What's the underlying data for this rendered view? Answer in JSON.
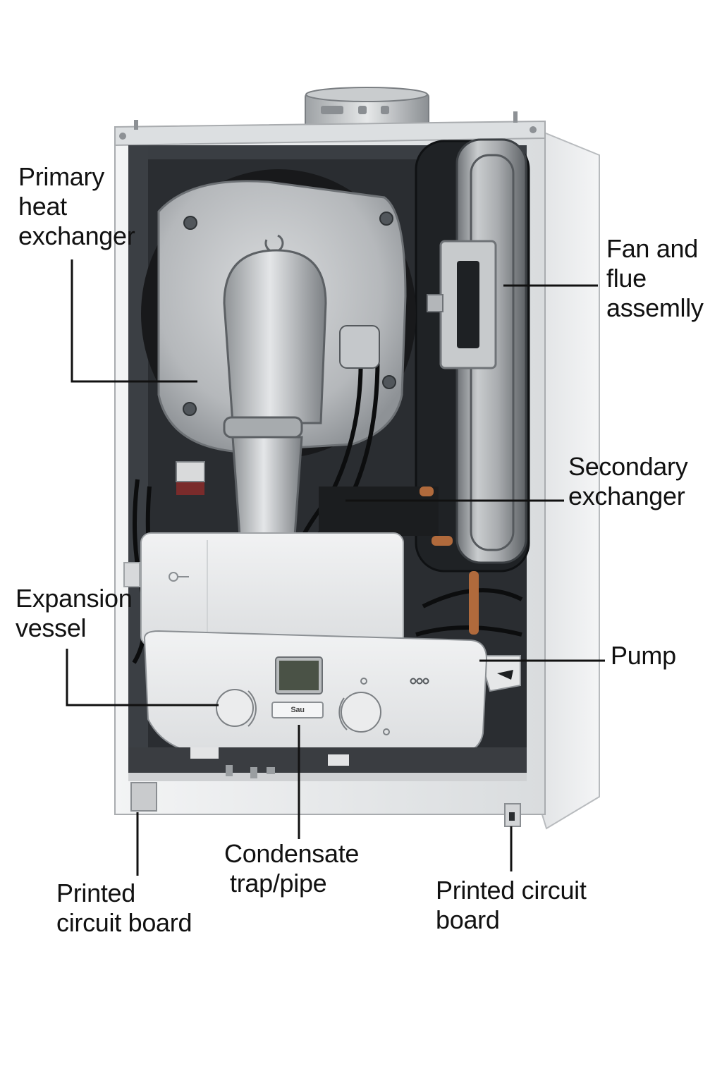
{
  "colors": {
    "background": "#ffffff",
    "casing": "#e9ebec",
    "cavity": "#2c2f33",
    "metal": "#b9bcbf",
    "panel": "#ededee",
    "leader": "#111111"
  },
  "labels": {
    "primary_heat_exchanger": {
      "line1": "Primary",
      "line2": "heat",
      "line3": "exchanger"
    },
    "fan_and_flue": {
      "line1": "Fan and",
      "line2": "flue",
      "line3": "assemlly"
    },
    "secondary_exchanger": {
      "line1": "Secondary",
      "line2": "exchanger"
    },
    "expansion_vessel": {
      "line1": "Expansion",
      "line2": "vessel"
    },
    "pump": {
      "line1": "Pump"
    },
    "condensate_trap": {
      "line1": "Condensate",
      "line2": "trap/pipe"
    },
    "pcb_left": {
      "line1": "Printed",
      "line2": "circuit board"
    },
    "pcb_right": {
      "line1": "Printed circuit",
      "line2": "board"
    }
  },
  "control_panel": {
    "brand_badge": "Sau"
  }
}
